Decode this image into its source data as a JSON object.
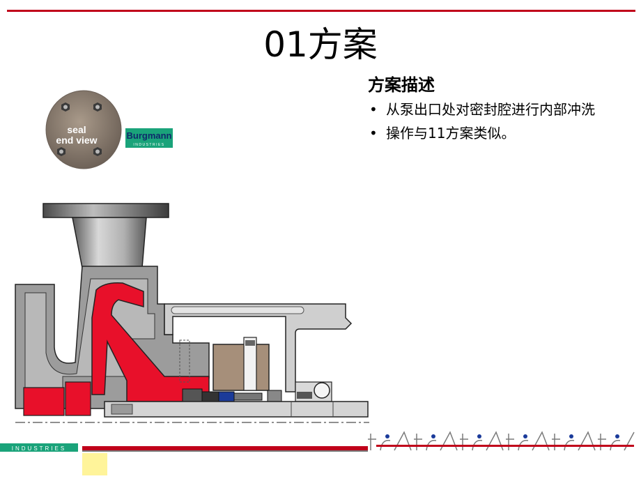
{
  "slide": {
    "title": "01方案"
  },
  "description": {
    "heading": "方案描述",
    "bullet_symbol": "•",
    "items": [
      "从泵出口处对密封腔进行内部冲洗",
      "操作与11方案类似。"
    ]
  },
  "seal_badge": {
    "line1": "seal",
    "line2": "end view"
  },
  "logo": {
    "text": "Burgmann",
    "subtext": "INDUSTRIES"
  },
  "footer": {
    "brand_text": "INDUSTRIES"
  },
  "colors": {
    "rule": "#c0001a",
    "flush": "#e8102a",
    "casing": "#9a9a9a",
    "logo_bg": "#1aa37a",
    "highlight": "#fff49a"
  }
}
